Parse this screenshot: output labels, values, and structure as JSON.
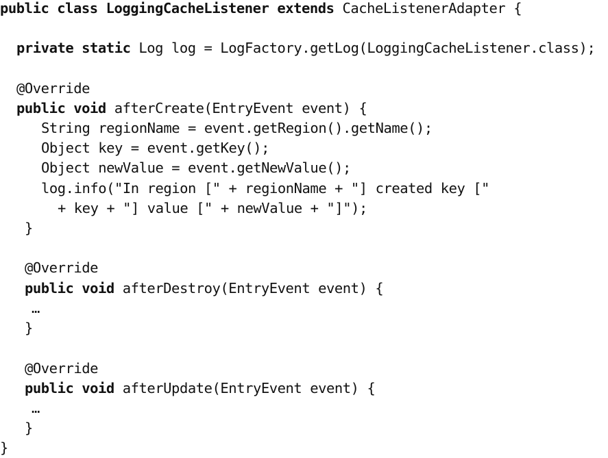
{
  "code": {
    "line_1": {
      "kw": "public class LoggingCacheListener extends",
      "text": " CacheListenerAdapter {"
    },
    "line_2": {
      "kw": "private static",
      "text": " Log log = LogFactory.getLog(LoggingCacheListener.class);"
    },
    "line_3": {
      "text": "@Override"
    },
    "line_4": {
      "kw": "public void",
      "text": " afterCreate(EntryEvent event) {"
    },
    "line_5": {
      "text": "String regionName = event.getRegion().getName();"
    },
    "line_6": {
      "text": "Object key = event.getKey();"
    },
    "line_7": {
      "text": "Object newValue = event.getNewValue();"
    },
    "line_8": {
      "text": "log.info(\"In region [\" + regionName + \"] created key [\""
    },
    "line_9": {
      "text": "+ key + \"] value [\" + newValue + \"]\");"
    },
    "line_10": {
      "text": "}"
    },
    "line_11": {
      "text": "@Override"
    },
    "line_12": {
      "kw": "public void",
      "text": " afterDestroy(EntryEvent event) {"
    },
    "line_13": {
      "text": "…"
    },
    "line_14": {
      "text": "}"
    },
    "line_15": {
      "text": "@Override"
    },
    "line_16": {
      "kw": "public void",
      "text": " afterUpdate(EntryEvent event) {"
    },
    "line_17": {
      "text": "…"
    },
    "line_18": {
      "text": "}"
    },
    "line_19": {
      "text": "}"
    }
  }
}
